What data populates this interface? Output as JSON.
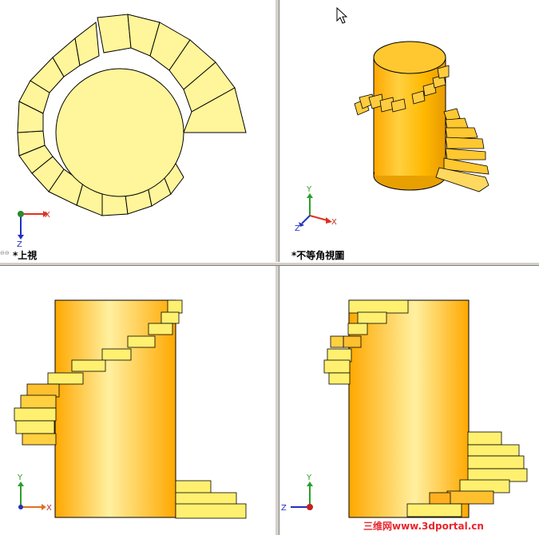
{
  "viewports": {
    "top": {
      "label": "*上視"
    },
    "isometric": {
      "label": "*不等角視圖"
    },
    "front": {
      "label": ""
    },
    "right": {
      "label": ""
    }
  },
  "triad": {
    "x": "X",
    "y": "Y",
    "z": "Z"
  },
  "watermark": "三维网www.3dportal.cn",
  "colors": {
    "face_light": "#fff59a",
    "column_mid": "#ffb400",
    "column_light": "#fff0a0",
    "edge": "#000000",
    "axis_x": "#e03020",
    "axis_y": "#2aa02a",
    "axis_z": "#2030c0"
  }
}
